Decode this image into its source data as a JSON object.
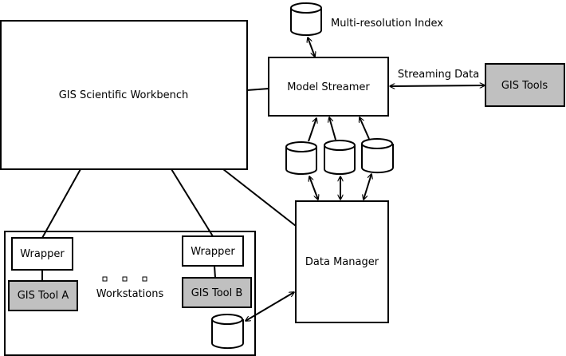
{
  "labels": {
    "workbench": "GIS Scientific Workbench",
    "model_streamer": "Model Streamer",
    "multires_index": "Multi-resolution Index",
    "streaming_data": "Streaming Data",
    "gis_tools": "GIS Tools",
    "data_manager": "Data Manager",
    "wrapper_a": "Wrapper",
    "wrapper_b": "Wrapper",
    "gis_tool_a": "GIS Tool A",
    "gis_tool_b": "GIS Tool B",
    "workstations": "Workstations"
  },
  "colors": {
    "tool_fill": "#c0c0c0",
    "stroke": "#000000"
  }
}
